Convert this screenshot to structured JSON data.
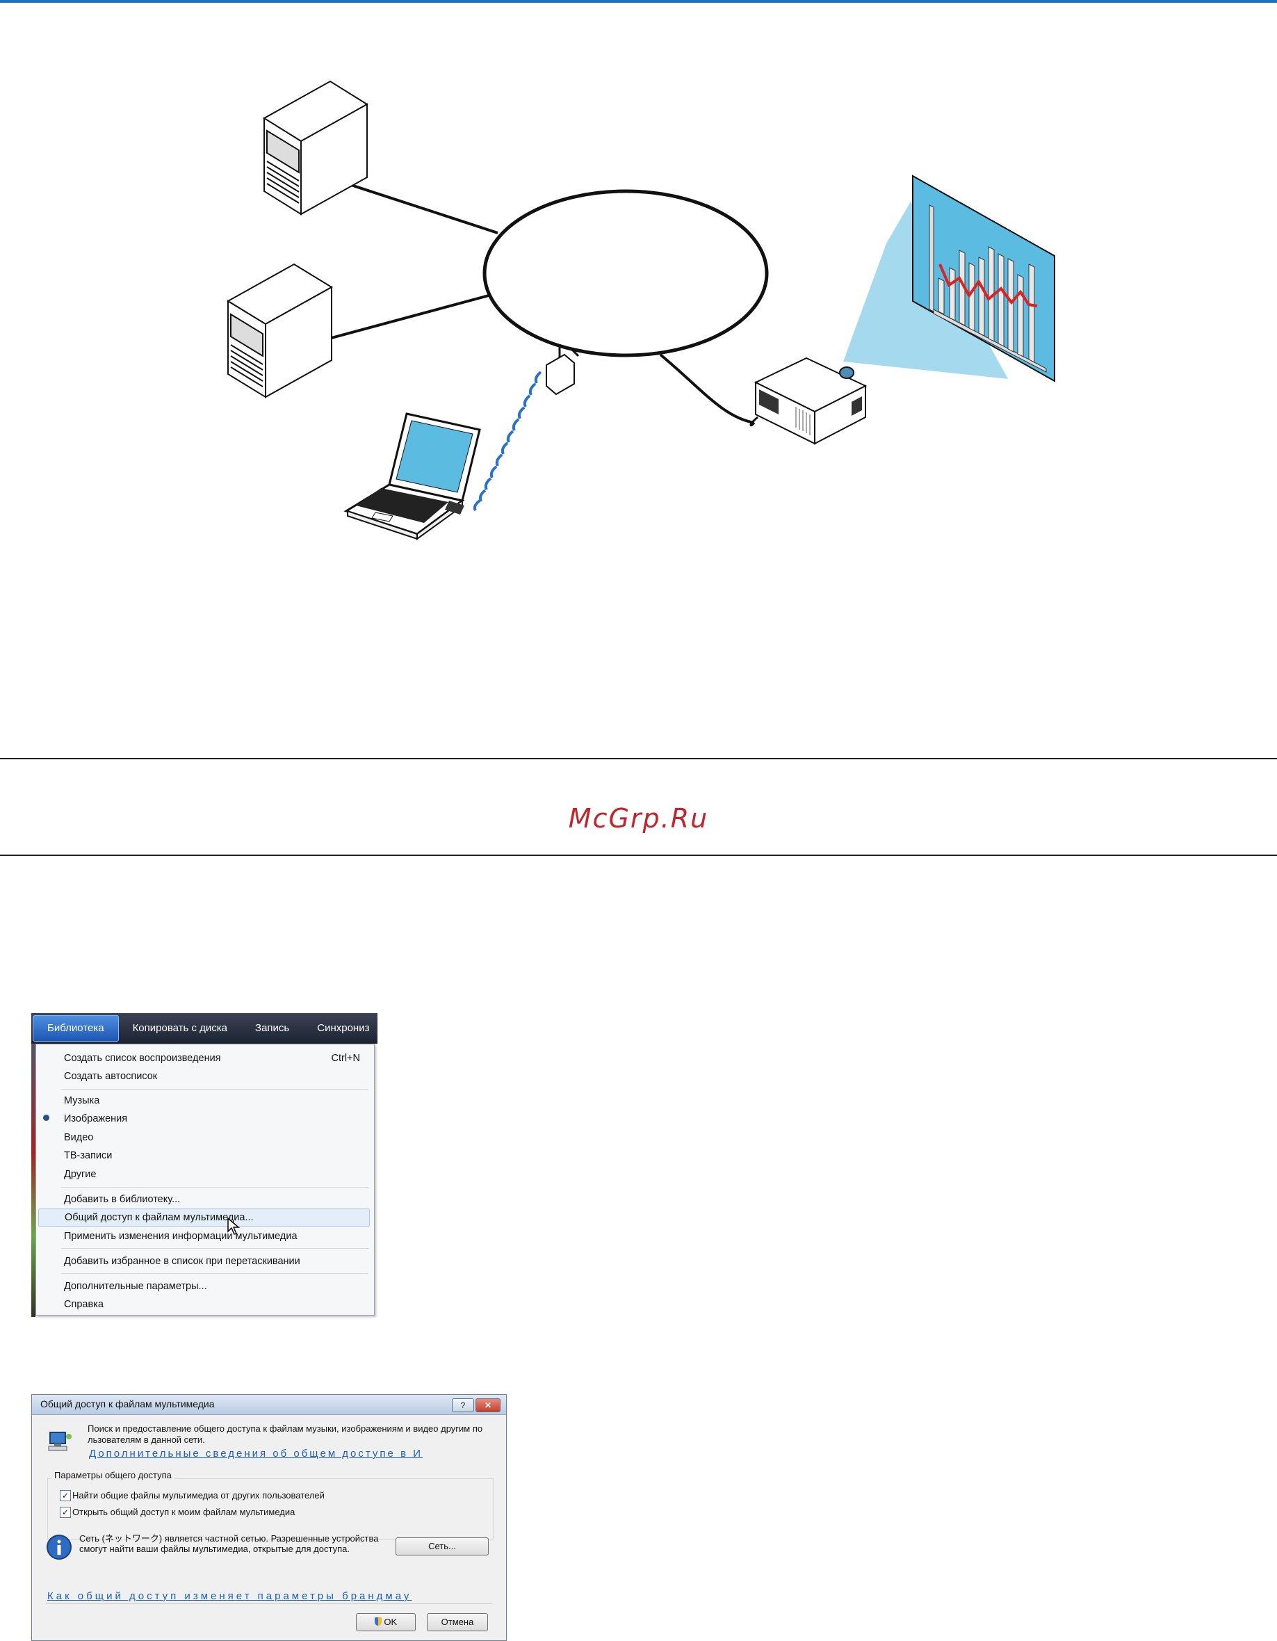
{
  "watermark": {
    "text": "McGrp.Ru",
    "color": "#c0272d"
  },
  "colors": {
    "accent_rule": "#1f6fc0",
    "screen_blue": "#5bbbe0",
    "chart_red": "#d22"
  },
  "diagram": {
    "icons": [
      "server-1",
      "server-2",
      "network-cloud",
      "wireless-lan-unit",
      "laptop",
      "projector",
      "projection-screen"
    ]
  },
  "menu": {
    "tabs": [
      "Библиотека",
      "Копировать с диска",
      "Запись",
      "Синхрониз"
    ],
    "items": {
      "create_playlist": "Создать список воспроизведения",
      "create_playlist_shortcut": "Ctrl+N",
      "create_autolist": "Создать автосписок",
      "music": "Музыка",
      "images": "Изображения",
      "video": "Видео",
      "tv": "ТВ-записи",
      "other": "Другие",
      "add_to_library": "Добавить в библиотеку...",
      "media_sharing": "Общий доступ к файлам мультимедиа...",
      "apply_media_info": "Применить изменения информации мультимедиа",
      "add_favorites": "Добавить избранное в список при перетаскивании",
      "more_options": "Дополнительные параметры...",
      "help": "Справка"
    }
  },
  "dialog": {
    "title": "Общий доступ к файлам мультимедиа",
    "help_glyph": "?",
    "close_glyph": "✕",
    "intro": "Поиск и предоставление общего доступа к файлам музыки, изображениям и видео другим по льзователям в данной сети.",
    "link_more": "Дополнительные сведения об общем доступе в И",
    "group_label": "Параметры общего доступа",
    "check1": "Найти общие файлы мультимедиа от других пользователей",
    "check2": "Открыть общий доступ к моим файлам мультимедиа",
    "check_mark": "✓",
    "network_text": "Сеть (ネットワーク) является частной сетью. Разрешенные устройства смогут найти ваши файлы мультимедиа, открытые для доступа.",
    "network_button": "Сеть...",
    "firewall_link": "Как общий доступ изменяет параметры брандмау",
    "ok_button": "OK",
    "cancel_button": "Отмена"
  }
}
